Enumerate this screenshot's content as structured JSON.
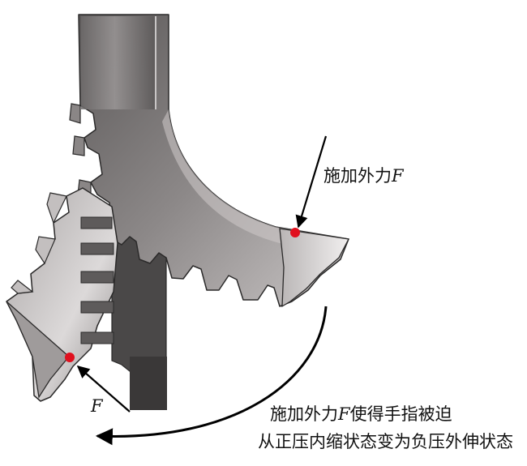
{
  "labels": {
    "force_top": "施加外力",
    "force_top_var": "F",
    "force_bottom_var": "F",
    "caption_line1_a": "施加外力",
    "caption_line1_var": "F",
    "caption_line1_b": "使得手指被迫",
    "caption_line2": "从正压内缩状态变为负压外伸状态"
  },
  "colors": {
    "gear_dark": "#4a4848",
    "gear_mid": "#7e7b7b",
    "gear_light": "#d9d6d6",
    "edge": "#2b2a2a",
    "point": "#e0101e",
    "arrow": "#000000"
  }
}
